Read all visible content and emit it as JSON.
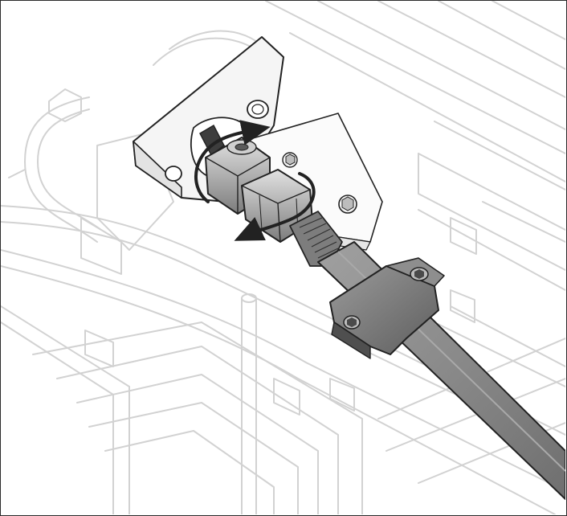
{
  "figure": {
    "colors": {
      "ghost_line": "#d4d4d4",
      "ghost_fill": "#ffffff",
      "ink": "#222222",
      "metal_light": "#c9c9c9",
      "metal_mid": "#a7a7a7",
      "metal_dark": "#6e6e6e",
      "cable": "#8c8c8c",
      "bracket": "#f2f2f2"
    },
    "parts": [
      "mounting-plate",
      "cross-shaft",
      "outer-nut",
      "inner-nut",
      "cable-ferrule",
      "cable-clamp",
      "control-cable",
      "rotation-arrows"
    ]
  }
}
